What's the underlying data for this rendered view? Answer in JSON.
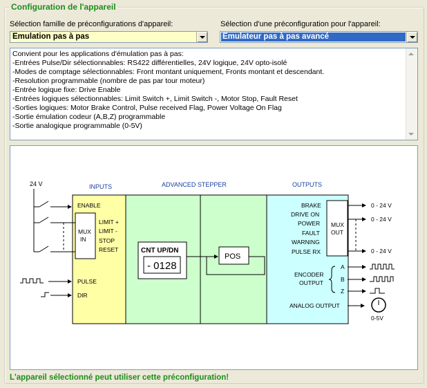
{
  "group": {
    "title": "Configuration de l'appareil"
  },
  "family": {
    "label": "Sélection famille de préconfigurations d'appareil:",
    "value": "Emulation pas à pas"
  },
  "preset": {
    "label": "Sélection d'une préconfiguration pour l'appareil:",
    "value": "Emulateur pas à pas avancé"
  },
  "description": {
    "lines": [
      "Convient pour les applications d'émulation pas à pas:",
      "-Entrées Pulse/Dir sélectionnables: RS422 différentielles, 24V logique, 24V opto-isolé",
      "-Modes de comptage sélectionnables: Front montant uniquement, Fronts montant et descendant.",
      "-Resolution programmable (nombre de pas par tour moteur)",
      "-Entrée logique fixe: Drive Enable",
      "-Entrées logiques sélectionnables: Limit Switch +, Limit Switch -, Motor Stop, Fault Reset",
      "-Sorties logiques: Motor Brake Control, Pulse received Flag, Power Voltage On Flag",
      "-Sortie émulation codeur (A,B,Z) programmable",
      "-Sortie analogique programmable (0-5V)"
    ]
  },
  "diagram": {
    "supply": "24 V",
    "sections": {
      "inputs": "INPUTS",
      "core": "ADVANCED STEPPER",
      "outputs": "OUTPUTS"
    },
    "inputs": {
      "enable": "ENABLE",
      "mux": [
        "MUX",
        "IN"
      ],
      "limit_plus": "LIMIT +",
      "limit_minus": "LIMIT -",
      "stop": "STOP",
      "reset": "RESET",
      "pulse": "PULSE",
      "dir": "DIR"
    },
    "counter": {
      "title": "CNT UP/DN",
      "display": "- 0128"
    },
    "pos": "POS",
    "outputs": {
      "brake": "BRAKE",
      "drive_on": "DRIVE ON",
      "power": "POWER",
      "fault": "FAULT",
      "warning": "WARNING",
      "pulse_rx": "PULSE RX",
      "mux": [
        "MUX",
        "OUT"
      ],
      "out_voltage": "0 - 24 V",
      "encoder": [
        "ENCODER",
        "OUTPUT"
      ],
      "channels": [
        "A",
        "B",
        "Z"
      ],
      "analog": "ANALOG OUTPUT",
      "analog_range": "0-5V"
    },
    "colors": {
      "inputs_fill": "#ffffa6",
      "core_fill": "#ccffcc",
      "outputs_fill": "#ccffff"
    }
  },
  "status": {
    "message": "L'appareil sélectionné peut utiliser cette préconfiguration!"
  }
}
